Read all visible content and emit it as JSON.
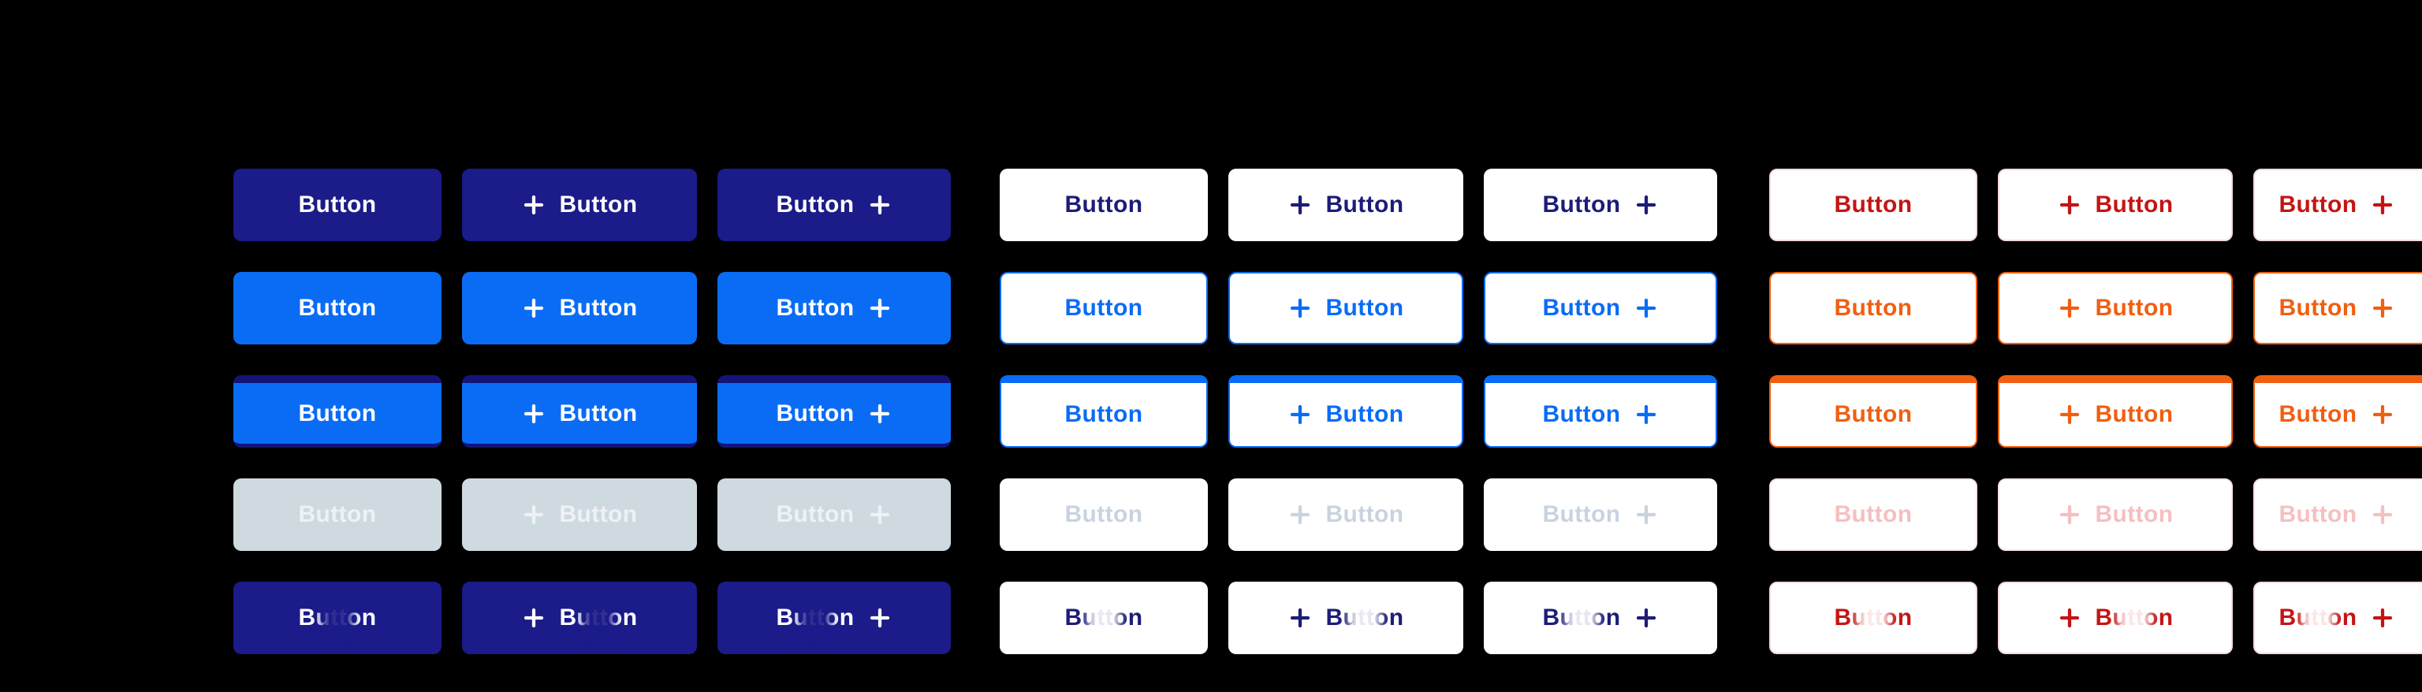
{
  "page": {
    "background_color": "#000000"
  },
  "button_label": "Button",
  "icon": "plus-icon",
  "colors": {
    "primary_navy": "#1B1B8A",
    "primary_blue": "#0A6CF5",
    "focus_bar_navy": "#141478",
    "disabled_fill": "#CFDAE0",
    "disabled_fill_text": "#EDF2F5",
    "white": "#FFFFFF",
    "secondary_text_navy": "#1C1C78",
    "secondary_disabled_text": "#C9D3E0",
    "danger_red": "#C41414",
    "danger_faint_border": "#F6DADA",
    "danger_orange": "#F05F11",
    "danger_disabled_text": "#F5BFC0"
  },
  "variants": [
    {
      "id": "label-only",
      "icon_position": "none"
    },
    {
      "id": "icon-left",
      "icon_position": "left"
    },
    {
      "id": "icon-right",
      "icon_position": "right"
    }
  ],
  "groups": [
    {
      "id": "solid-blue-buttons",
      "rows": [
        {
          "style": "navy"
        },
        {
          "style": "blue"
        },
        {
          "style": "blue-focus"
        },
        {
          "style": "disabled"
        },
        {
          "style": "navy-pressed"
        }
      ]
    },
    {
      "id": "white-blue-buttons",
      "rows": [
        {
          "style": "white-navy"
        },
        {
          "style": "white-blue-outline"
        },
        {
          "style": "white-blue-focus"
        },
        {
          "style": "white-disabled"
        },
        {
          "style": "white-navy-pressed"
        }
      ]
    },
    {
      "id": "white-danger-buttons",
      "rows": [
        {
          "style": "white-red"
        },
        {
          "style": "white-orange-outline"
        },
        {
          "style": "white-orange-focus"
        },
        {
          "style": "white-danger-disabled"
        },
        {
          "style": "white-red-pressed"
        }
      ]
    }
  ]
}
